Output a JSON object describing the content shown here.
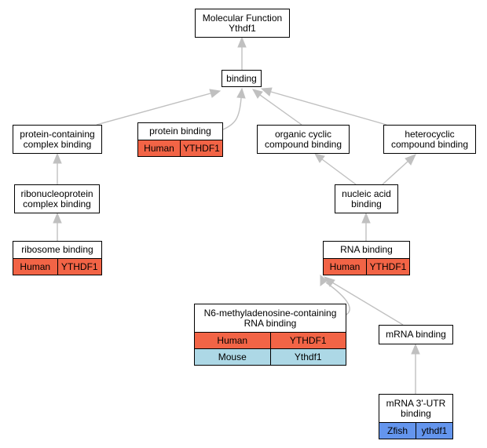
{
  "nodes": [
    {
      "id": "mf",
      "lines": [
        "Molecular Function",
        "Ythdf1"
      ],
      "rows": []
    },
    {
      "id": "bind",
      "lines": [
        "binding"
      ],
      "rows": []
    },
    {
      "id": "pccb",
      "lines": [
        "protein-containing",
        "complex binding"
      ],
      "rows": []
    },
    {
      "id": "pb",
      "lines": [
        "protein binding"
      ],
      "rows": [
        [
          "Human",
          "YTHDF1",
          "human"
        ]
      ]
    },
    {
      "id": "occb",
      "lines": [
        "organic cyclic",
        "compound binding"
      ],
      "rows": []
    },
    {
      "id": "hcb",
      "lines": [
        "heterocyclic",
        "compound binding"
      ],
      "rows": []
    },
    {
      "id": "rnpb",
      "lines": [
        "ribonucleoprotein",
        "complex binding"
      ],
      "rows": []
    },
    {
      "id": "nab",
      "lines": [
        "nucleic acid",
        "binding"
      ],
      "rows": []
    },
    {
      "id": "rb",
      "lines": [
        "ribosome binding"
      ],
      "rows": [
        [
          "Human",
          "YTHDF1",
          "human"
        ]
      ]
    },
    {
      "id": "rnab",
      "lines": [
        "RNA binding"
      ],
      "rows": [
        [
          "Human",
          "YTHDF1",
          "human"
        ]
      ]
    },
    {
      "id": "m6a",
      "lines": [
        "N6-methyladenosine-containing",
        "RNA binding"
      ],
      "rows": [
        [
          "Human",
          "YTHDF1",
          "human"
        ],
        [
          "Mouse",
          "Ythdf1",
          "mouse"
        ]
      ]
    },
    {
      "id": "mrnab",
      "lines": [
        "mRNA binding"
      ],
      "rows": []
    },
    {
      "id": "utr",
      "lines": [
        "mRNA 3'-UTR",
        "binding"
      ],
      "rows": [
        [
          "Zfish",
          "ythdf1",
          "zfish"
        ]
      ]
    }
  ],
  "colors": {
    "human": "#f26446",
    "mouse": "#add8e6",
    "zfish": "#6495ed",
    "edge": "#c0c0c0"
  }
}
